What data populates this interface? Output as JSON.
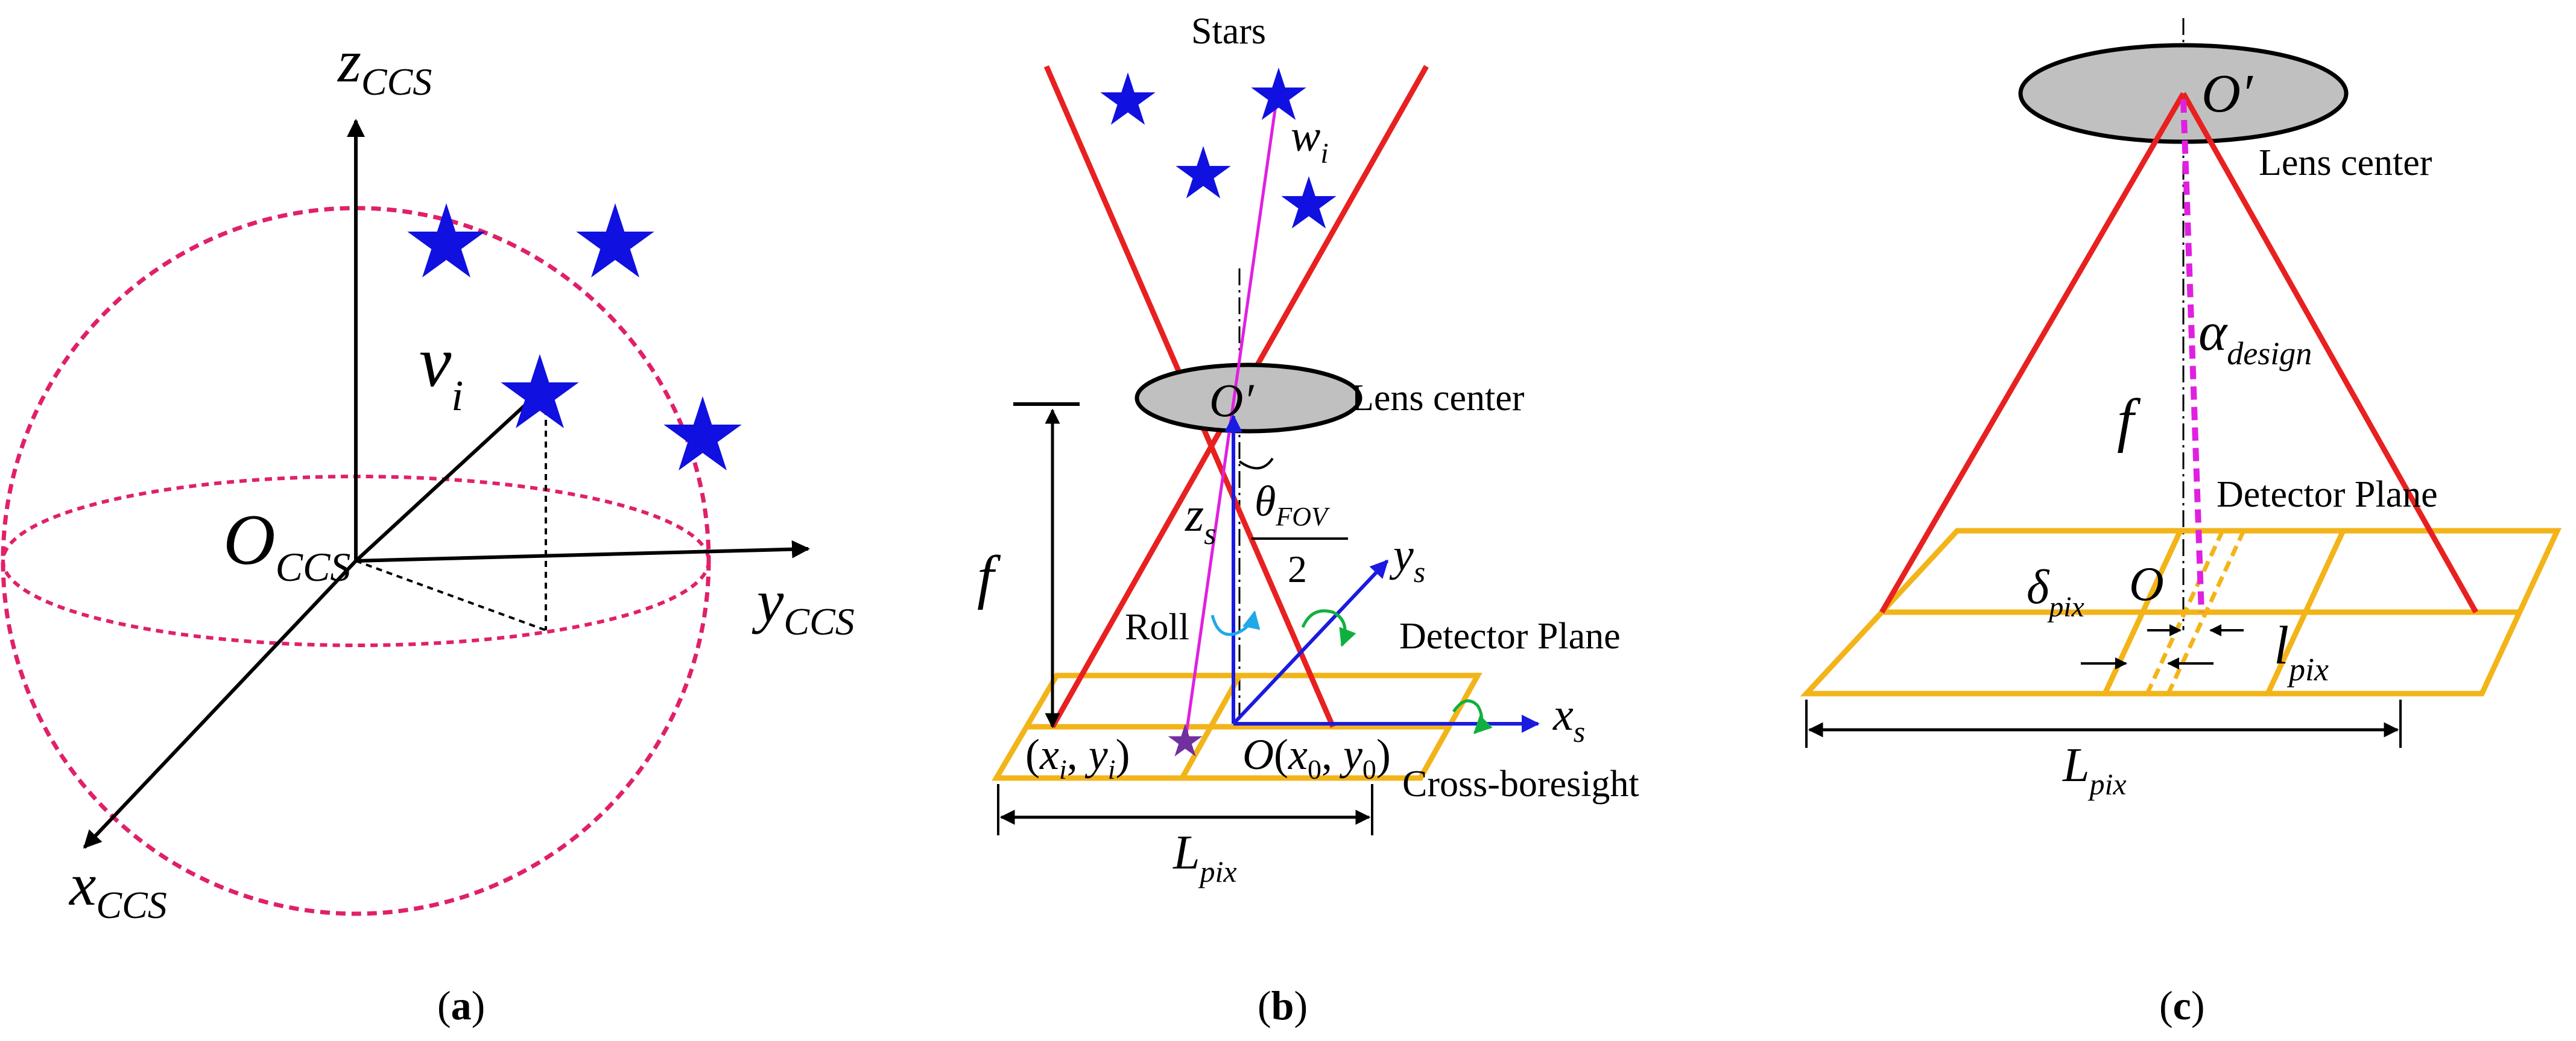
{
  "panel_a": {
    "caption_open": "(",
    "caption_letter": "a",
    "caption_close": ")",
    "z_axis": {
      "base": "z",
      "sub": "CCS"
    },
    "y_axis": {
      "base": "y",
      "sub": "CCS"
    },
    "x_axis": {
      "base": "x",
      "sub": "CCS"
    },
    "origin": {
      "base": "O",
      "sub": "CCS"
    },
    "vector": {
      "base": "v",
      "sub": "i"
    }
  },
  "panel_b": {
    "caption_open": "(",
    "caption_letter": "b",
    "caption_close": ")",
    "stars_label": "Stars",
    "w_label": {
      "base": "w",
      "sub": "i"
    },
    "lens_point": "O′",
    "lens_center_label": "Lens center",
    "f_label": "f",
    "zs_label": {
      "base": "z",
      "sub": "s"
    },
    "theta_label": {
      "base": "θ",
      "sub": "FOV",
      "den": "2"
    },
    "ys_label": {
      "base": "y",
      "sub": "s"
    },
    "xs_label": {
      "base": "x",
      "sub": "s"
    },
    "roll_label": "Roll",
    "detector_label": "Detector Plane",
    "cross_label": "Cross-boresight",
    "star_point": {
      "open": "(",
      "x": "x",
      "xsub": "i",
      "sep": ", ",
      "y": "y",
      "ysub": "i",
      "close": ")"
    },
    "origin_point": {
      "o": "O",
      "open": "(",
      "x": "x",
      "xsub": "0",
      "sep": ", ",
      "y": "y",
      "ysub": "0",
      "close": ")"
    },
    "L_label": {
      "base": "L",
      "sub": "pix"
    }
  },
  "panel_c": {
    "caption_open": "(",
    "caption_letter": "c",
    "caption_close": ")",
    "lens_point": "O′",
    "lens_center_label": "Lens center",
    "alpha_label": {
      "base": "α",
      "sub": "design"
    },
    "f_label": "f",
    "detector_label": "Detector Plane",
    "o_label": "O",
    "delta_label": {
      "base": "δ",
      "sub": "pix"
    },
    "l_label": {
      "base": "l",
      "sub": "pix"
    },
    "L_label": {
      "base": "L",
      "sub": "pix"
    }
  },
  "colors": {
    "star": "#1010e0",
    "sphere": "#e0206a",
    "fov": "#e82020",
    "detector": "#f2b418",
    "magenta": "#e020e0",
    "lens_fill": "#c0c0c0",
    "roll_cyan": "#20a8e8",
    "green": "#10b040",
    "purple_star": "#7030a0",
    "axis_blue": "#1a1ae0"
  }
}
